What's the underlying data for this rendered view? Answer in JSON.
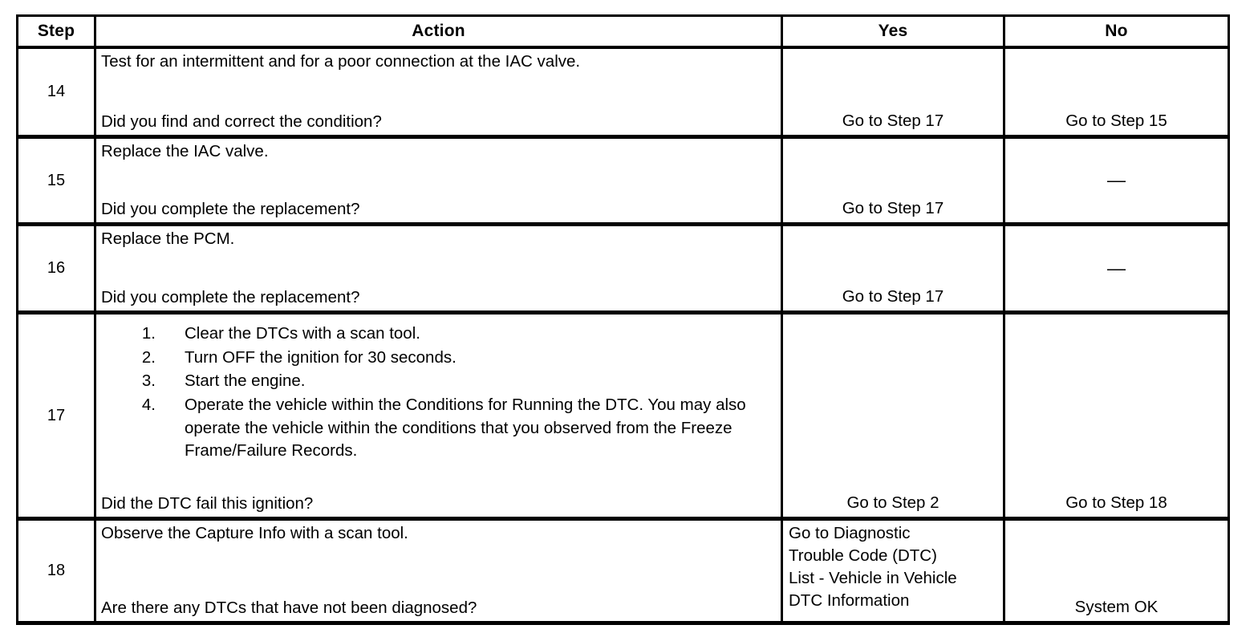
{
  "table": {
    "headers": {
      "step": "Step",
      "action": "Action",
      "yes": "Yes",
      "no": "No"
    },
    "rows": [
      {
        "step": "14",
        "action_top": "Test for an intermittent and for a poor connection at the IAC valve.",
        "action_question": "Did you find and correct the condition?",
        "yes": "Go to Step 17",
        "no": "Go to Step 15"
      },
      {
        "step": "15",
        "action_top": "Replace the IAC valve.",
        "action_question": "Did you complete the replacement?",
        "yes": "Go to Step 17",
        "no": "—"
      },
      {
        "step": "16",
        "action_top": "Replace the PCM.",
        "action_question": "Did you complete the replacement?",
        "yes": "Go to Step 17",
        "no": "—"
      },
      {
        "step": "17",
        "list": [
          {
            "num": "1.",
            "text": "Clear the DTCs with a scan tool."
          },
          {
            "num": "2.",
            "text": "Turn OFF the ignition for 30 seconds."
          },
          {
            "num": "3.",
            "text": "Start the engine."
          },
          {
            "num": "4.",
            "text": "Operate the vehicle within the Conditions for Running the DTC. You may also operate the vehicle within the conditions that you observed from the Freeze Frame/Failure Records."
          }
        ],
        "action_question": "Did the DTC fail this ignition?",
        "yes": "Go to Step 2",
        "no": "Go to Step 18"
      },
      {
        "step": "18",
        "action_top": "Observe the Capture Info with a scan tool.",
        "action_question": "Are there any DTCs that have not been diagnosed?",
        "yes_lines": [
          "Go to Diagnostic",
          "Trouble Code (DTC)",
          "List - Vehicle in Vehicle",
          "DTC Information"
        ],
        "no": "System OK"
      }
    ]
  },
  "colors": {
    "border": "#000000",
    "text": "#000000",
    "background": "#ffffff"
  }
}
